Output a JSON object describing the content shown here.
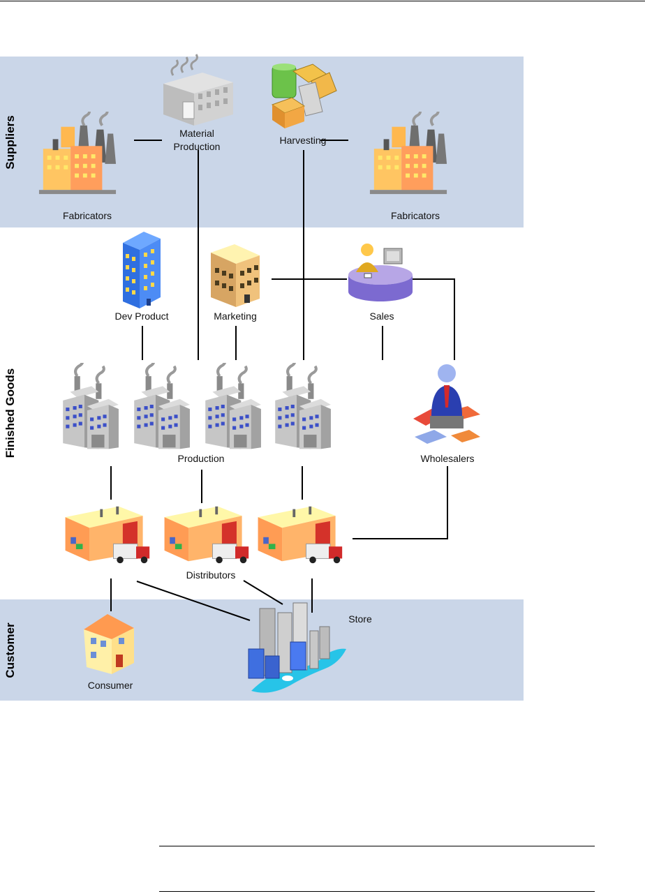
{
  "bands": {
    "suppliers": "Suppliers",
    "finished_goods": "Finished Goods",
    "customer": "Customer"
  },
  "labels": {
    "fabricators_left": "Fabricators",
    "material_production_line1": "Material",
    "material_production_line2": "Production",
    "harvesting": "Harvesting",
    "fabricators_right": "Fabricators",
    "dev_product": "Dev Product",
    "marketing": "Marketing",
    "sales": "Sales",
    "production": "Production",
    "wholesalers": "Wholesalers",
    "distributors": "Distributors",
    "store": "Store",
    "consumer": "Consumer"
  },
  "colors": {
    "band_fill": "#cad6e8",
    "connector": "#000000"
  }
}
